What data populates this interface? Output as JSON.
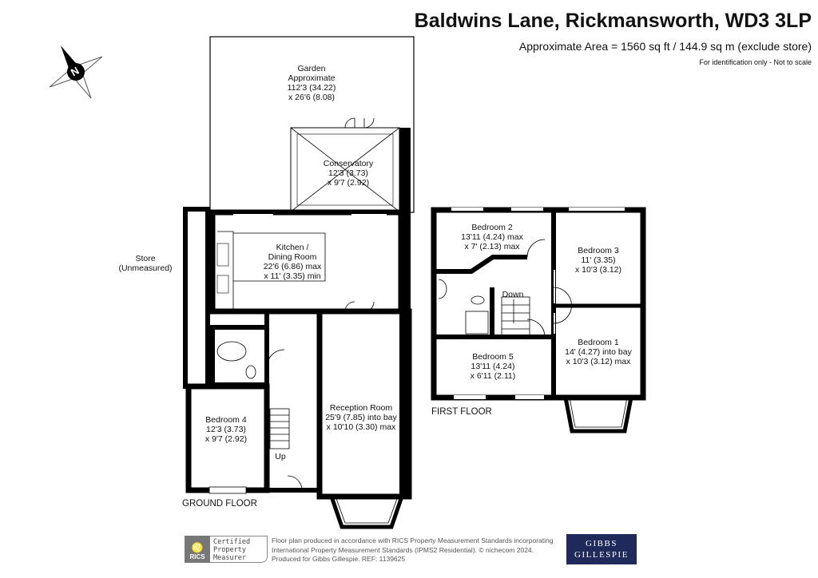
{
  "header": {
    "title": "Baldwins Lane, Rickmansworth, WD3 3LP",
    "area": "Approximate Area = 1560 sq ft / 144.9 sq m (exclude store)",
    "note": "For identification only - Not to scale"
  },
  "compass": {
    "letter": "N"
  },
  "ground_floor": {
    "label": "GROUND FLOOR",
    "garden": [
      "Garden",
      "Approximate",
      "112'3 (34.22)",
      "x 26'6 (8.08)"
    ],
    "conservatory": [
      "Conservatory",
      "12'3 (3.73)",
      "x 9'7 (2.92)"
    ],
    "kitchen": [
      "Kitchen /",
      "Dining Room",
      "22'6 (6.86) max",
      "x 11' (3.35) min"
    ],
    "store": [
      "Store",
      "(Unmeasured)"
    ],
    "bedroom4": [
      "Bedroom 4",
      "12'3 (3.73)",
      "x 9'7 (2.92)"
    ],
    "reception": [
      "Reception Room",
      "25'9 (7.85) into bay",
      "x 10'10 (3.30) max"
    ],
    "stairs": "Up"
  },
  "first_floor": {
    "label": "FIRST FLOOR",
    "bedroom2": [
      "Bedroom 2",
      "13'11 (4.24) max",
      "x 7' (2.13) max"
    ],
    "bedroom3": [
      "Bedroom 3",
      "11' (3.35)",
      "x 10'3 (3.12)"
    ],
    "bedroom1": [
      "Bedroom 1",
      "14' (4.27) into bay",
      "x 10'3 (3.12) max"
    ],
    "bedroom5": [
      "Bedroom 5",
      "13'11 (4.24)",
      "x 6'11 (2.11)"
    ],
    "stairs": "Down"
  },
  "footer": {
    "rics_badge": "RICS",
    "rics_cert": [
      "Certified",
      "Property",
      "Measurer"
    ],
    "lines": [
      "Floor plan produced in accordance with RICS Property Measurement Standards incorporating",
      "International Property Measurement Standards (IPMS2 Residential).   © nichecom 2024.",
      "Produced for Gibbs Gillespie.    REF:  1139625"
    ],
    "brand": [
      "GIBBS",
      "GILLESPIE"
    ]
  },
  "colors": {
    "wall": "#000000",
    "brand_bg": "#1f2a5a",
    "rics_grey": "#777777"
  }
}
